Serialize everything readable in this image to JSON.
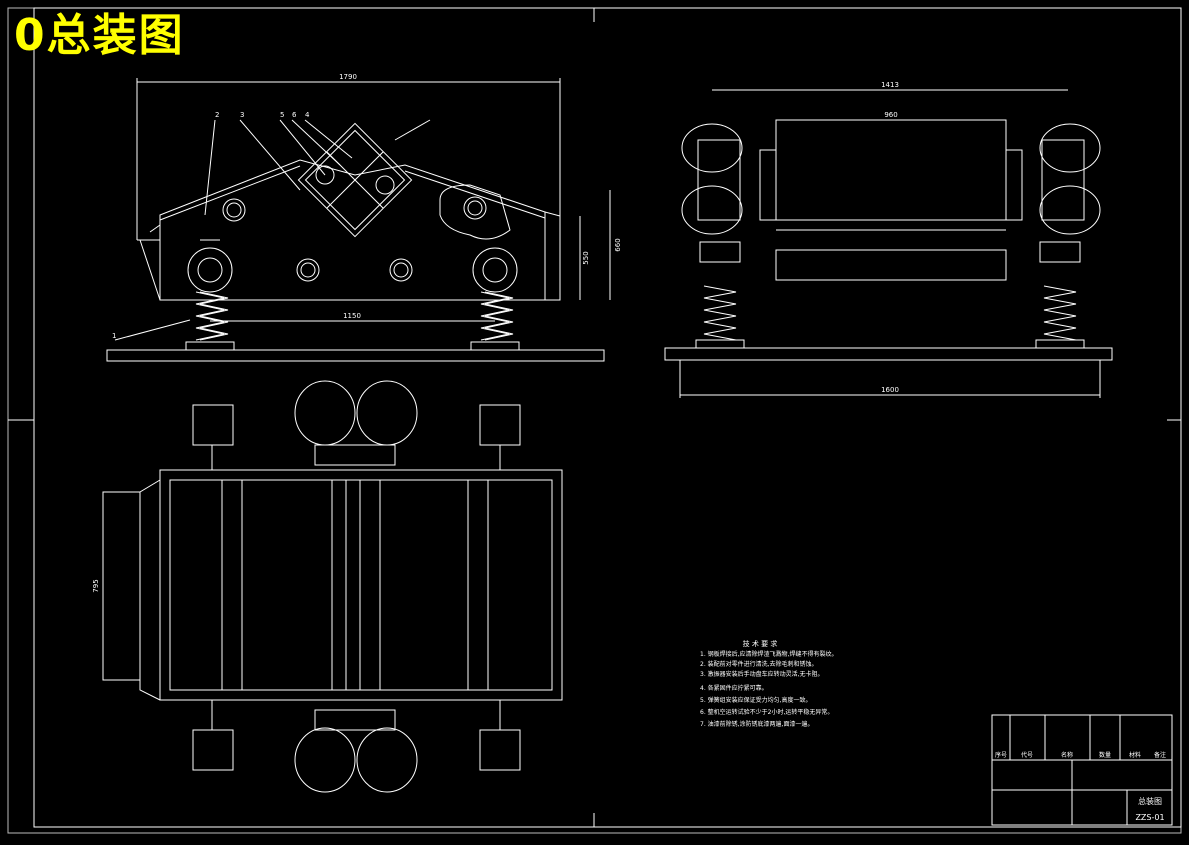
{
  "title": "0总装图",
  "colors": {
    "background": "#000000",
    "lines": "#ffffff",
    "title": "#ffff00"
  },
  "front_view": {
    "dim_total_width": "1790",
    "dim_support_span": "1150",
    "dim_height": "660",
    "dim_inner_height": "550",
    "leader_labels": [
      "2",
      "3",
      "5",
      "6",
      "4",
      "1"
    ]
  },
  "side_view": {
    "dim_top": "1413",
    "dim_inner": "960",
    "dim_bottom": "1600"
  },
  "plan_view": {
    "dim_width": "795"
  },
  "notes": {
    "heading": "技 术 要 求",
    "lines": [
      "1. 钢板焊接后,应清除焊渣飞溅物,焊缝不得有裂纹。",
      "2. 装配前对零件进行清洗,去除毛刺和锈蚀。",
      "3. 激振器安装后手动盘车应转动灵活,无卡阻。",
      "4. 各紧固件应拧紧可靠。",
      "5. 弹簧组安装应保证受力均匀,高度一致。",
      "6. 整机空运转试验不少于2小时,运转平稳无异常。",
      "7. 油漆前除锈,涂防锈底漆两遍,面漆一遍。"
    ]
  },
  "title_block": {
    "drawing_name": "总装图",
    "drawing_number": "ZZS-01",
    "columns": [
      "序号",
      "代号",
      "名称",
      "数量",
      "材料",
      "备注"
    ]
  }
}
